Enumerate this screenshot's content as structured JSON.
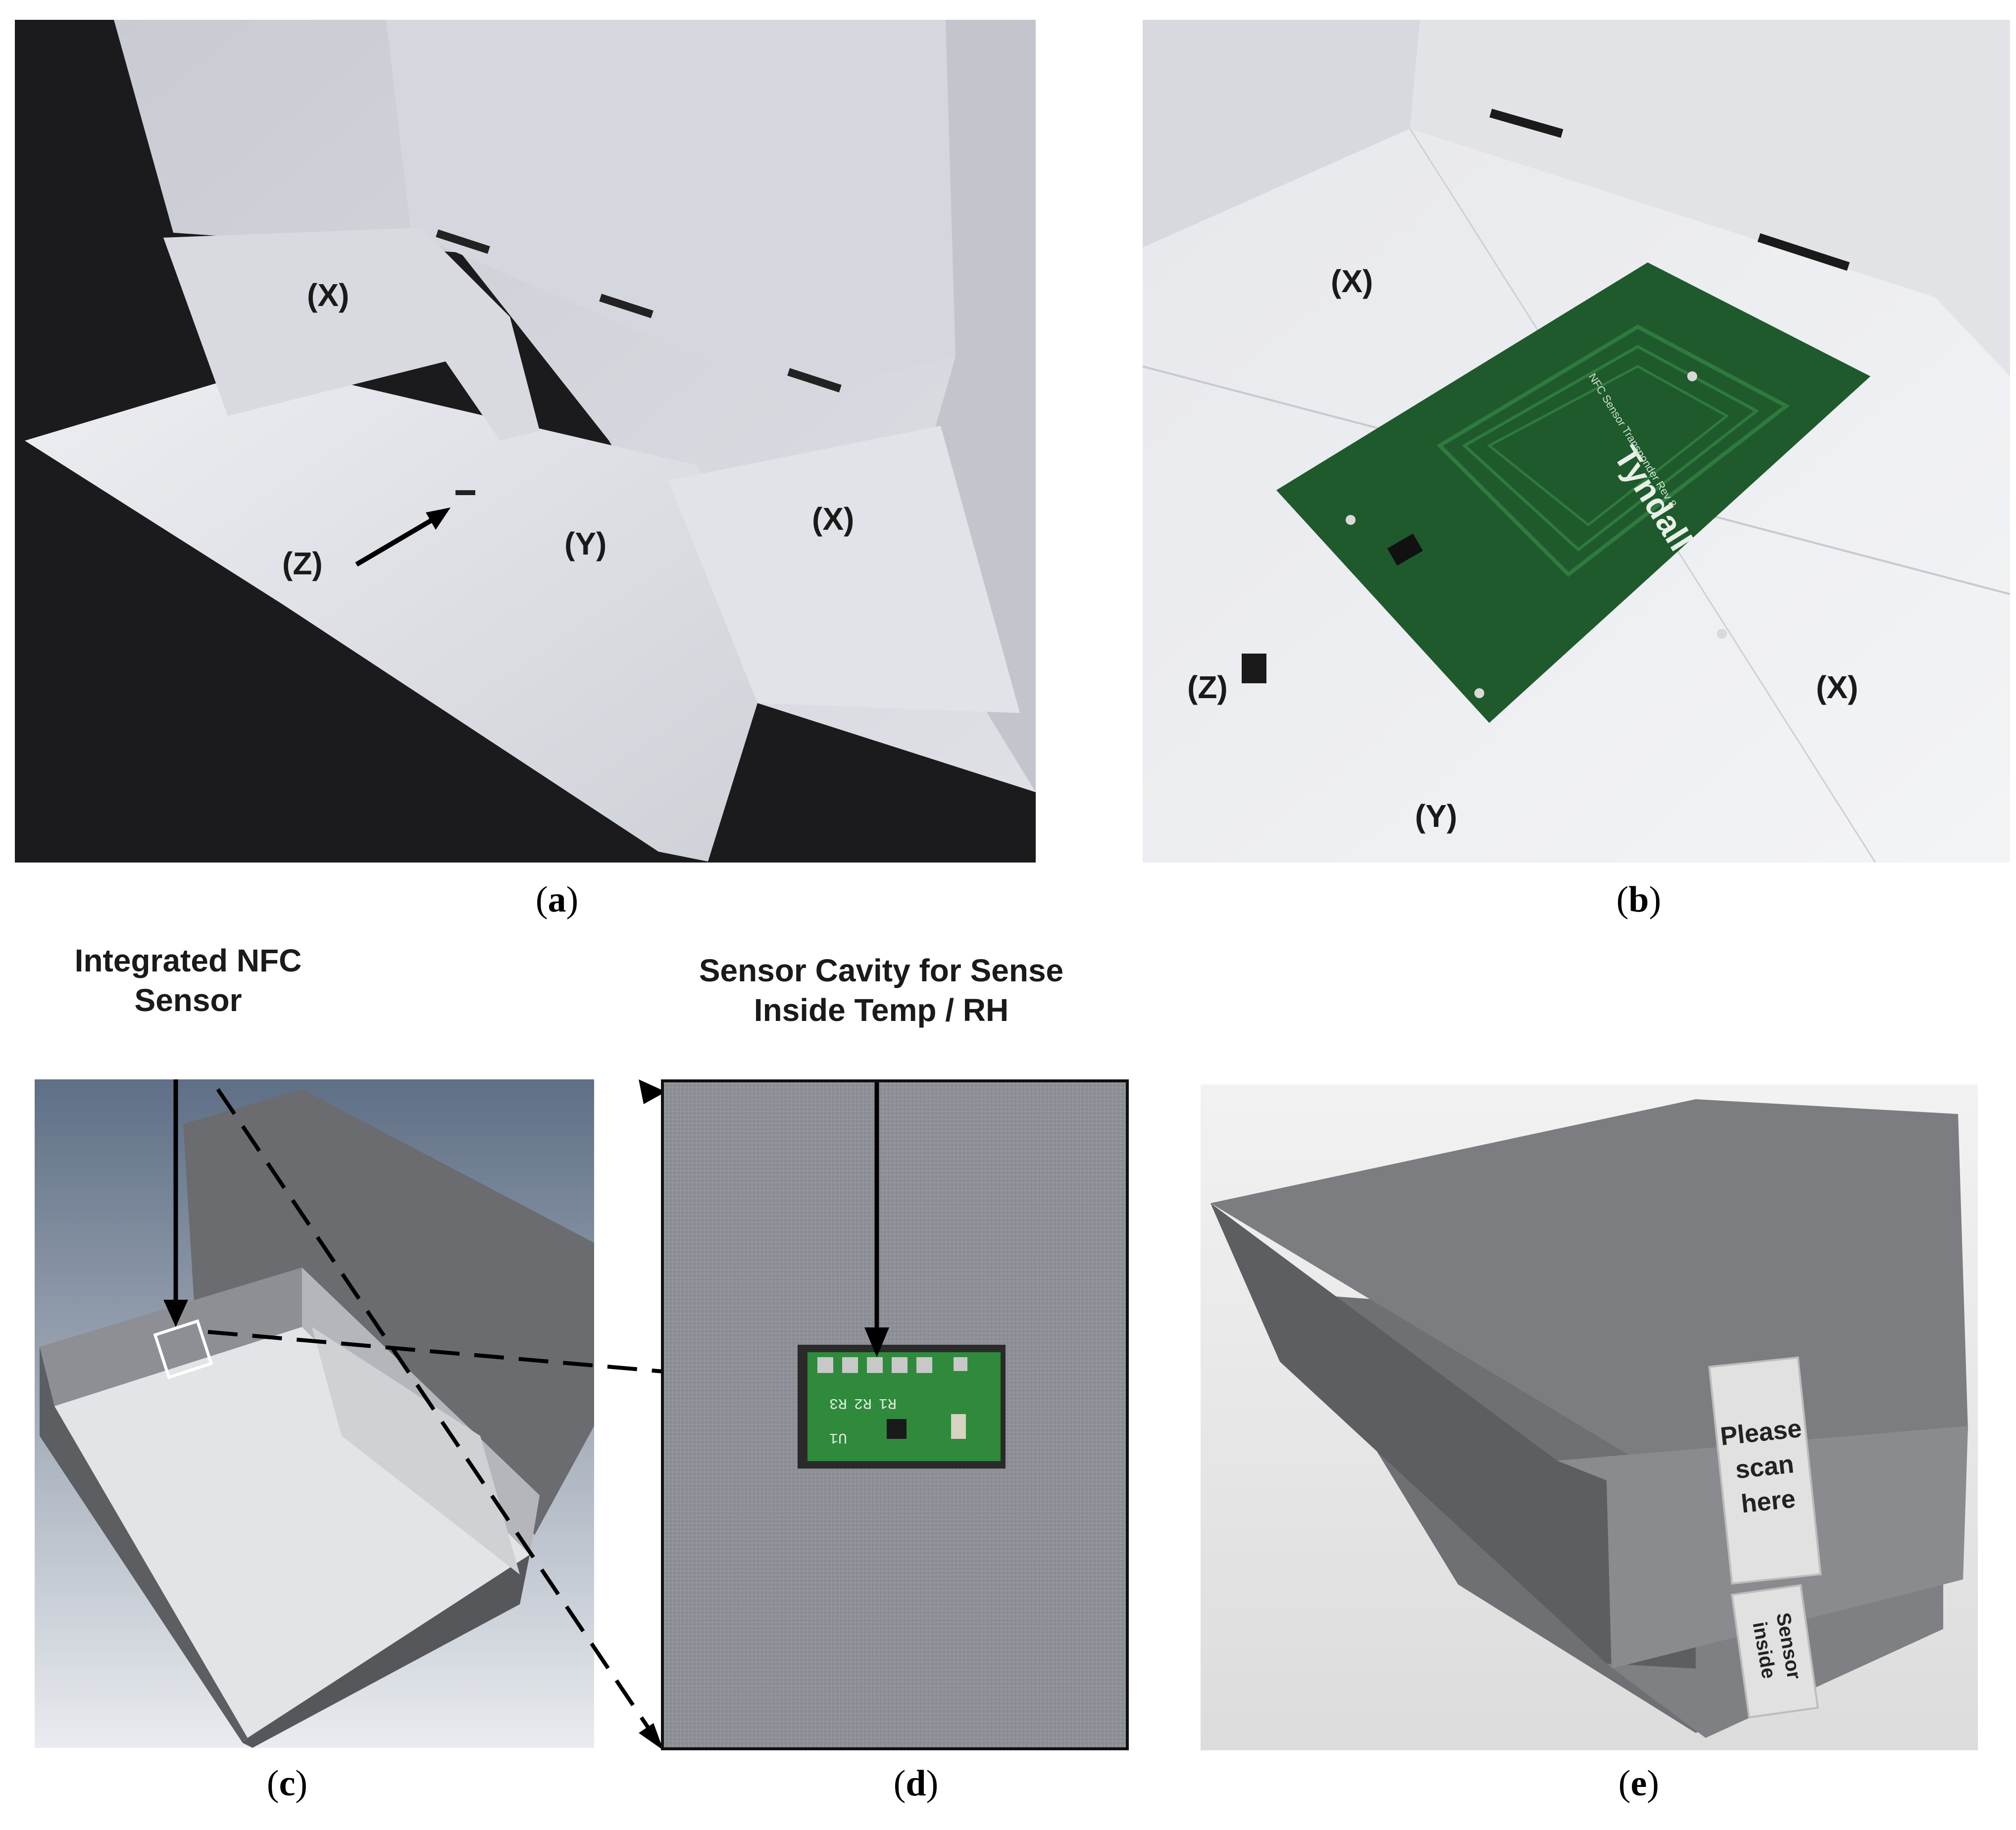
{
  "panels": {
    "a": {
      "caption_letter": "a",
      "labels": {
        "x1": "(X)",
        "x2": "(X)",
        "y": "(Y)",
        "z": "(Z)"
      }
    },
    "b": {
      "caption_letter": "b",
      "labels": {
        "x1": "(X)",
        "x2": "(X)",
        "y": "(Y)",
        "z": "(Z)"
      },
      "pcb_brand": "Tyndall",
      "pcb_subtitle": "NFC Sensor Transponder Rev 8"
    },
    "c": {
      "caption_letter": "c",
      "callout_line1": "Integrated NFC",
      "callout_line2": "Sensor"
    },
    "d": {
      "caption_letter": "d",
      "callout_line1": "Sensor Cavity for Sense",
      "callout_line2": "Inside Temp / RH",
      "silkscreen": {
        "r1": "R1",
        "r2": "R2",
        "r3": "R3",
        "u1": "U1"
      }
    },
    "e": {
      "caption_letter": "e",
      "label_top": [
        "Please",
        "scan",
        "here"
      ],
      "label_bottom": [
        "Sensor",
        "inside"
      ]
    }
  },
  "colors": {
    "pcb_green": "#1f5a2c",
    "carpet": "#1b1b1d",
    "board_white": "#e8e9ee",
    "grey_box": "#7c7d80"
  }
}
